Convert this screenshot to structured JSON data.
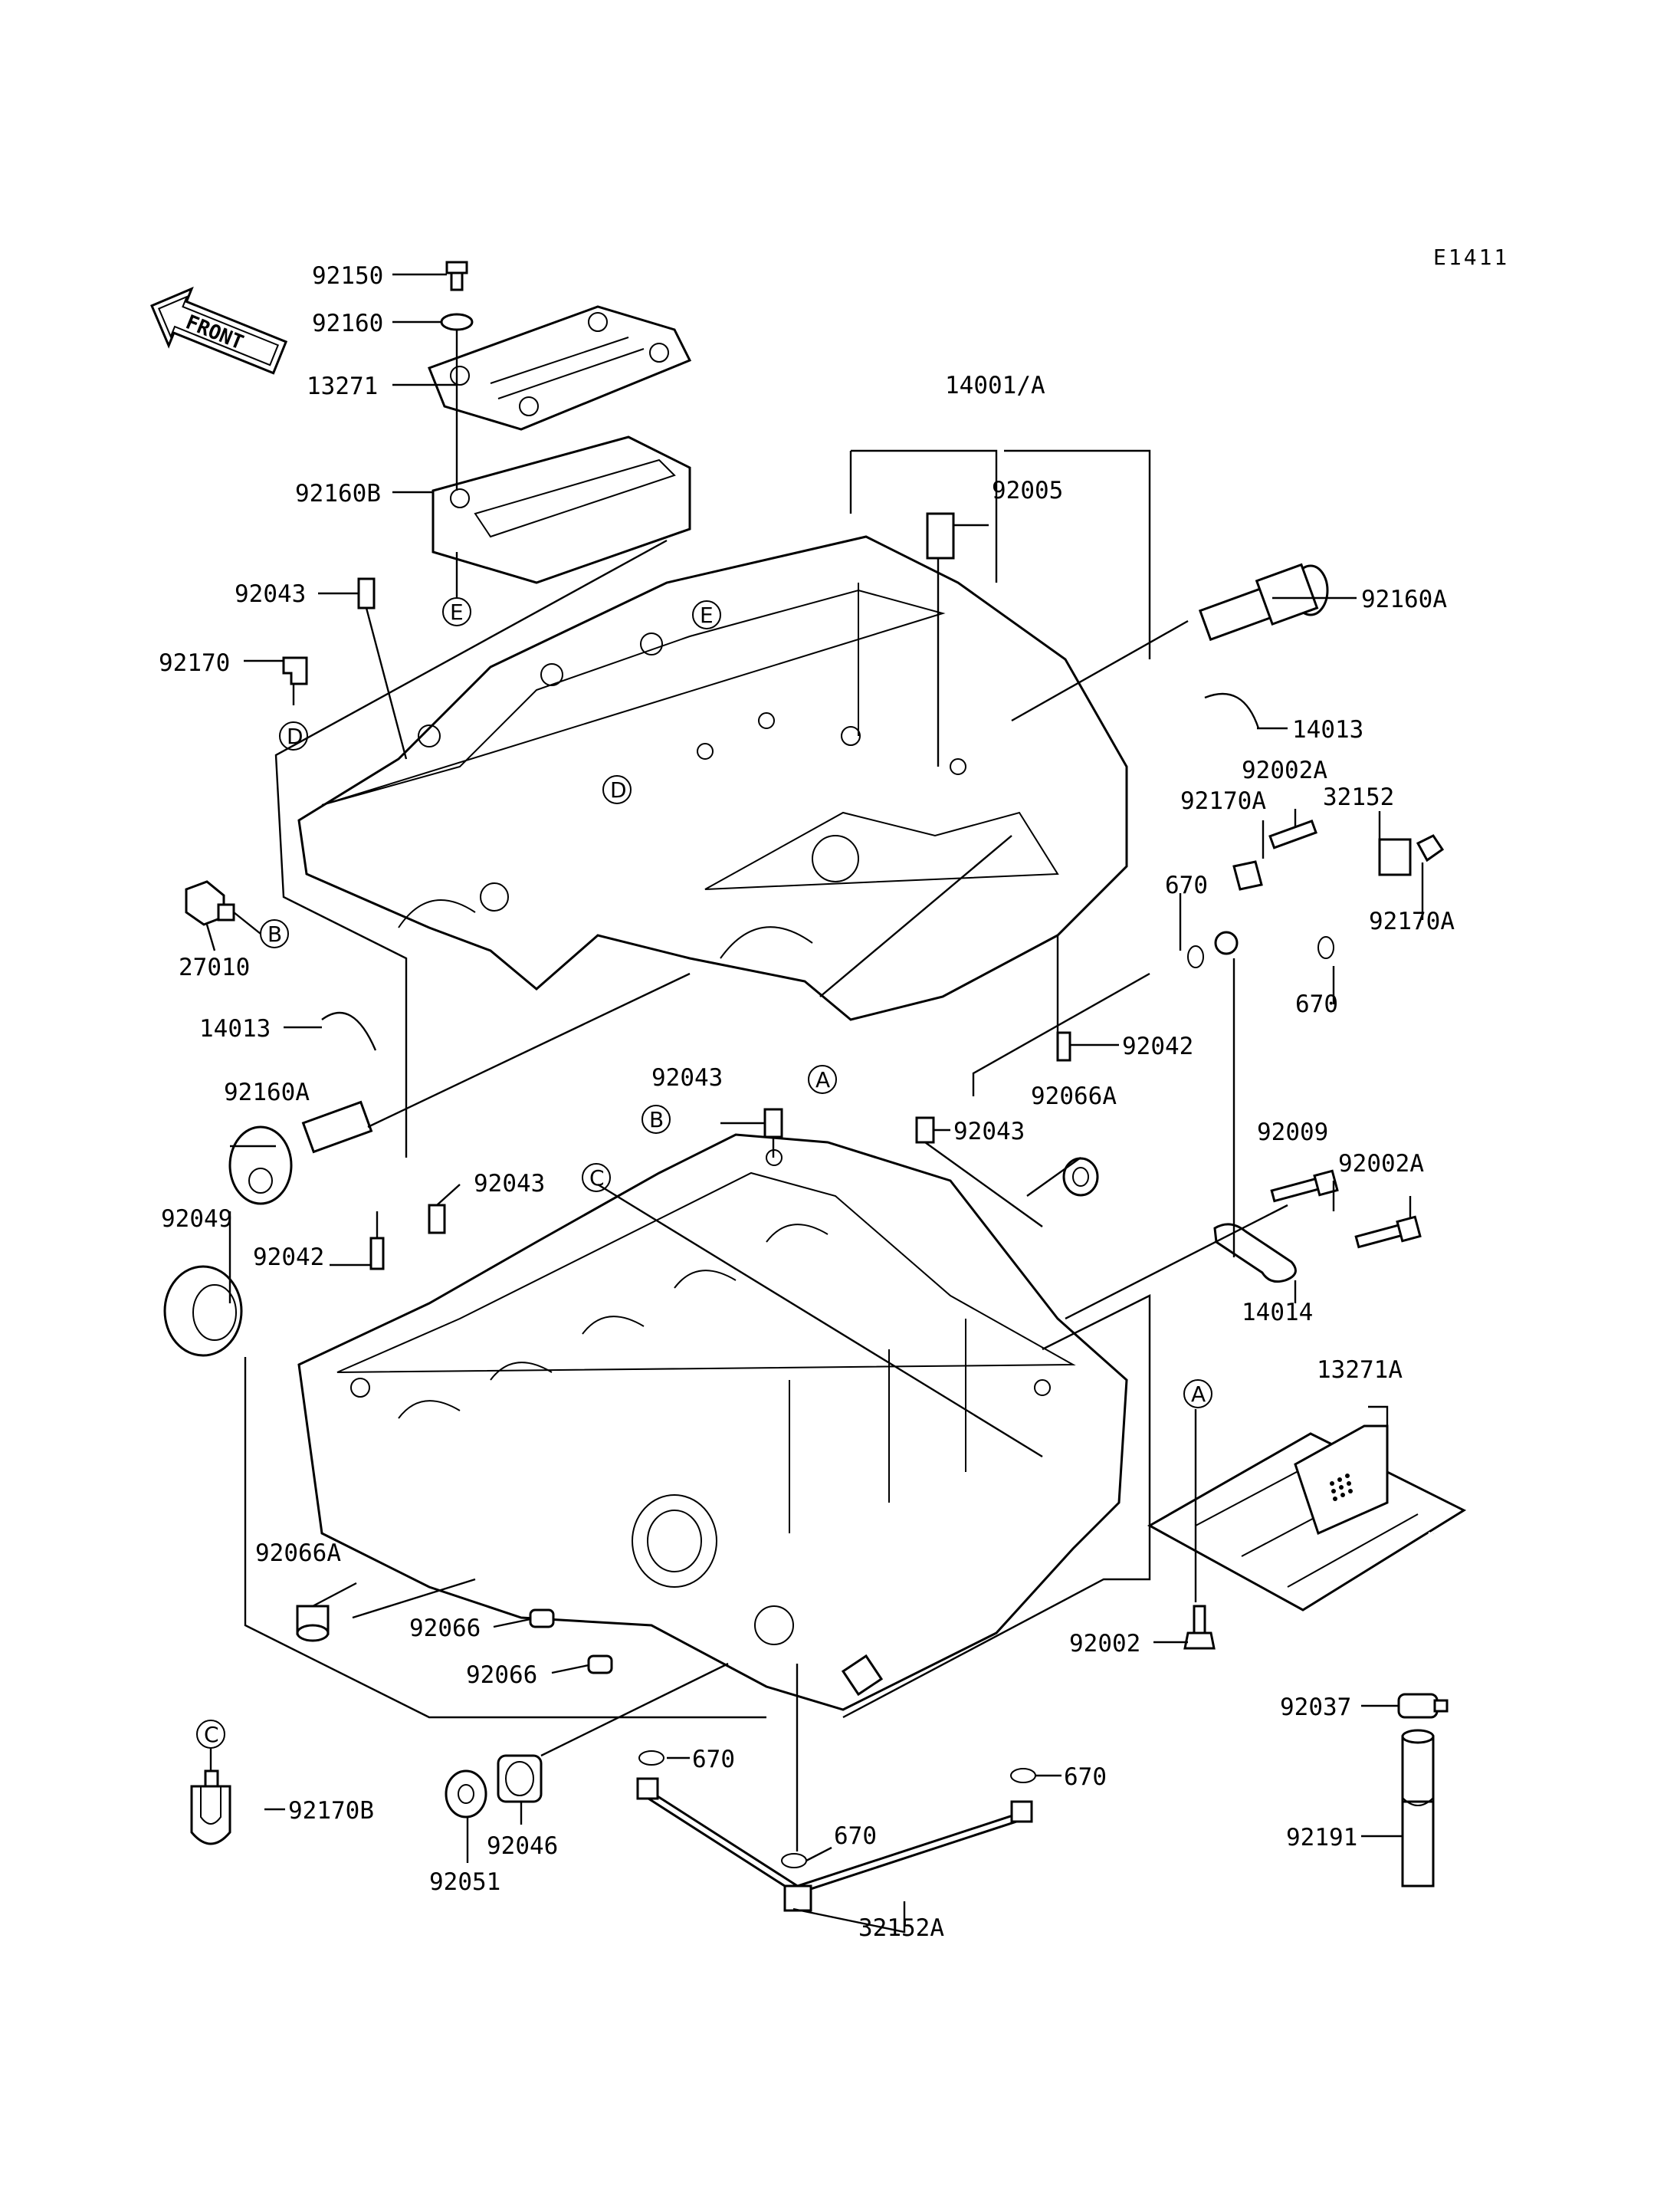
{
  "diagram_code": "E1411",
  "front_label": "FRONT",
  "labels": {
    "l_92150": "92150",
    "l_92160": "92160",
    "l_13271": "13271",
    "l_92160b": "92160B",
    "l_14001a": "14001/A",
    "l_92005": "92005",
    "l_92043_top": "92043",
    "l_92170": "92170",
    "l_92160a_r": "92160A",
    "l_14013_r": "14013",
    "l_92002a_t": "92002A",
    "l_92170a_l": "92170A",
    "l_32152": "32152",
    "l_670_l": "670",
    "l_92170a_r": "92170A",
    "l_670_r": "670",
    "l_27010": "27010",
    "l_14013_l": "14013",
    "l_92042_r": "92042",
    "l_92043_m": "92043",
    "l_92160a_l": "92160A",
    "l_92043_c": "92043",
    "l_92066a_t": "92066A",
    "l_92043_l": "92043",
    "l_92009": "92009",
    "l_92002a_b": "92002A",
    "l_92049": "92049",
    "l_92042_l": "92042",
    "l_14014": "14014",
    "l_13271a": "13271A",
    "l_92066a_b": "92066A",
    "l_92066_a": "92066",
    "l_92066_b": "92066",
    "l_92002": "92002",
    "l_92037": "92037",
    "l_670_b1": "670",
    "l_670_b2": "670",
    "l_670_b3": "670",
    "l_92170b": "92170B",
    "l_92046": "92046",
    "l_92051": "92051",
    "l_32152a": "32152A",
    "l_92191": "92191"
  },
  "refs": {
    "r_e1": "E",
    "r_e2": "E",
    "r_d1": "D",
    "r_d2": "D",
    "r_b1": "B",
    "r_b2": "B",
    "r_a1": "A",
    "r_a2": "A",
    "r_c1": "C",
    "r_c2": "C"
  }
}
